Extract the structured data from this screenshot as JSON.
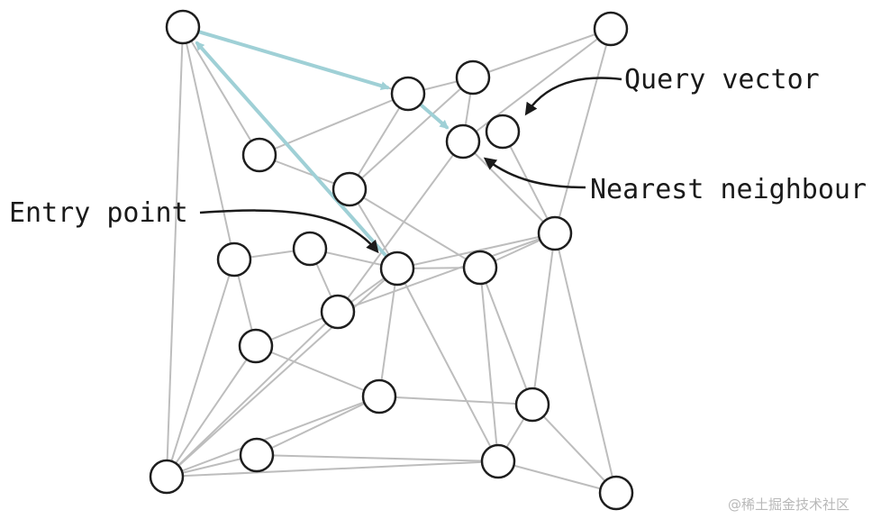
{
  "labels": {
    "query": "Query vector",
    "nearest": "Nearest neighbour",
    "entry": "Entry point"
  },
  "watermark": "@稀土掘金技术社区",
  "colors": {
    "edge": "#bdbdbd",
    "search_path": "#9fd0d6",
    "entry_fill": "#0e7a8c",
    "query_fill": "#fde8a0",
    "hatch": "#0e7a8c",
    "outline": "#1e1e1e",
    "node_fill": "#ffffff"
  },
  "node_roles": [
    "plain",
    "entry",
    "query",
    "nearest",
    "visited"
  ]
}
